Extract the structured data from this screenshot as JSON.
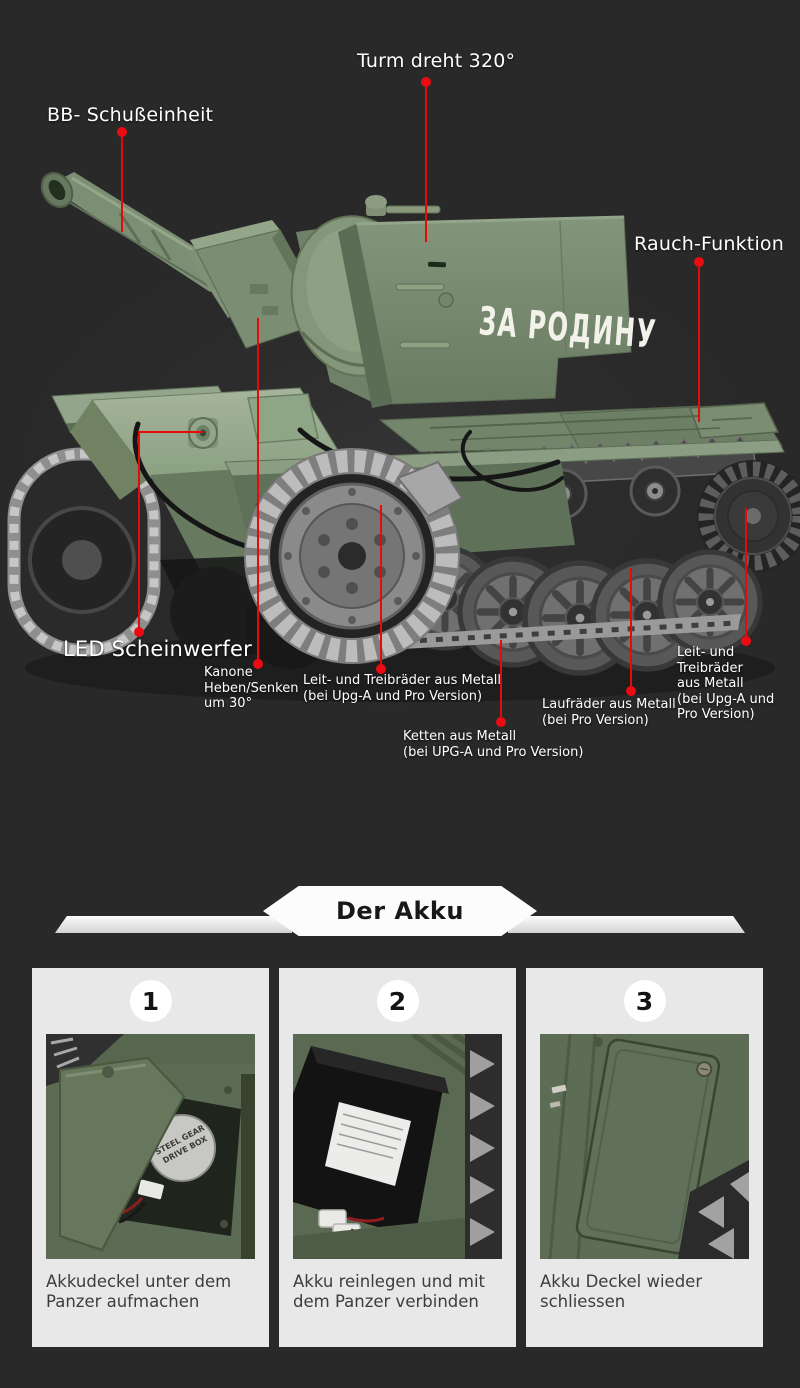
{
  "hero": {
    "turret_marking": "ЗА РОДИНУ",
    "annotations": {
      "turm": "Turm dreht 320°",
      "bb": "BB- Schußeinheit",
      "rauch": "Rauch-Funktion",
      "led": "LED Scheinwerfer",
      "kanone": "Kanone\nHeben/Senken\num 30°",
      "leit_left": "Leit- und Treibräder aus Metall\n(bei Upg-A und Pro Version)",
      "ketten": "Ketten aus Metall\n(bei UPG-A und Pro Version)",
      "laufraeder": "Laufräder aus Metall\n(bei Pro Version)",
      "leit_right": "Leit- und Treibräder\naus Metall\n(bei Upg-A und\nPro Version)"
    }
  },
  "akku_section": {
    "banner_title": "Der Akku",
    "steps": [
      {
        "number": "1",
        "caption": "Akkudeckel unter dem\nPanzer aufmachen",
        "sticker_line1": "STEEL GEAR",
        "sticker_line2": "DRIVE BOX"
      },
      {
        "number": "2",
        "caption": "Akku reinlegen und mit\ndem Panzer verbinden"
      },
      {
        "number": "3",
        "caption": "Akku Deckel wieder\nschliessen"
      }
    ]
  },
  "colors": {
    "background": "#292929",
    "accent_red": "#e60a0a",
    "card_bg": "#e8e8e8",
    "tank_green": "#7d9077",
    "banner_white": "#fcfcfc"
  }
}
